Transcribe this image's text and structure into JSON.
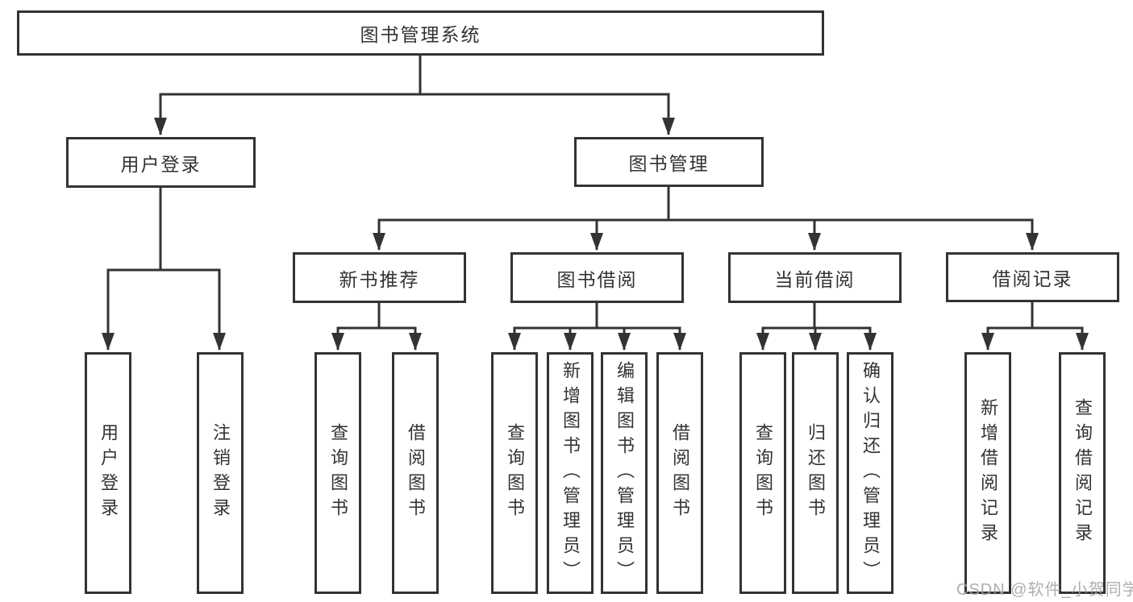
{
  "diagram": {
    "title": "图书管理系统",
    "level2": [
      {
        "label": "用户登录"
      },
      {
        "label": "图书管理"
      }
    ],
    "level3": [
      {
        "label": "新书推荐",
        "parent": "图书管理"
      },
      {
        "label": "图书借阅",
        "parent": "图书管理"
      },
      {
        "label": "当前借阅",
        "parent": "图书管理"
      },
      {
        "label": "借阅记录",
        "parent": "图书管理"
      }
    ],
    "leaves": [
      {
        "label": "用户登录",
        "parent": "用户登录"
      },
      {
        "label": "注销登录",
        "parent": "用户登录"
      },
      {
        "label": "查询图书",
        "parent": "新书推荐"
      },
      {
        "label": "借阅图书",
        "parent": "新书推荐"
      },
      {
        "label": "查询图书",
        "parent": "图书借阅"
      },
      {
        "label": "新增图书（管理员）",
        "parent": "图书借阅"
      },
      {
        "label": "编辑图书（管理员）",
        "parent": "图书借阅"
      },
      {
        "label": "借阅图书",
        "parent": "图书借阅"
      },
      {
        "label": "查询图书",
        "parent": "当前借阅"
      },
      {
        "label": "归还图书",
        "parent": "当前借阅"
      },
      {
        "label": "确认归还（管理员）",
        "parent": "当前借阅"
      },
      {
        "label": "新增借阅记录",
        "parent": "借阅记录"
      },
      {
        "label": "查询借阅记录",
        "parent": "借阅记录"
      }
    ],
    "watermark": "CSDN @软件_小贺同学",
    "colors": {
      "line": "#333333",
      "border": "#333333",
      "text": "#333333",
      "watermark": "#a5a5a5"
    }
  }
}
